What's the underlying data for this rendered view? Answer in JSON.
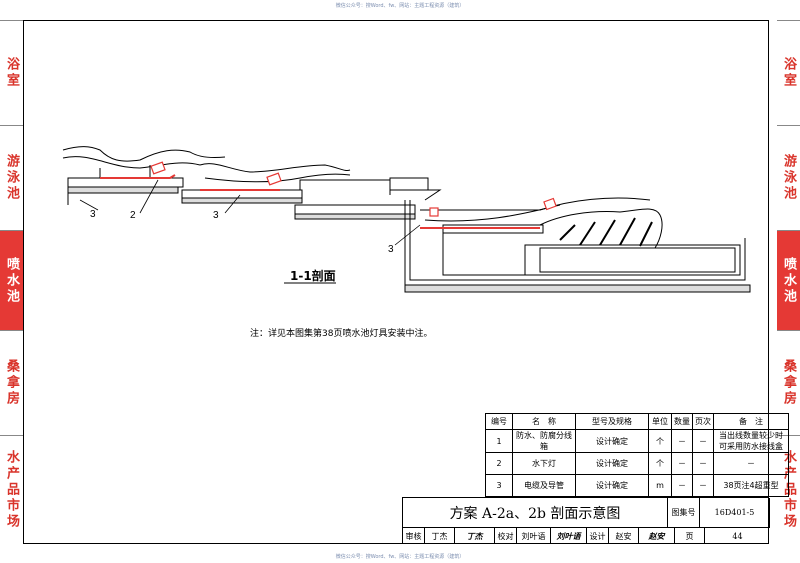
{
  "watermark": {
    "top": "微信公众号：搜Word、fw、网站：主题工程资源（建筑）",
    "bottom": "微信公众号：搜Word、fw、网站：主题工程资源（建筑）"
  },
  "left_tabs": [
    {
      "label": "浴室",
      "active": false
    },
    {
      "label": "游泳池",
      "active": false
    },
    {
      "label": "喷水池",
      "active": true
    },
    {
      "label": "桑拿房",
      "active": false
    },
    {
      "label": "水产品市场",
      "active": false
    }
  ],
  "right_tabs": [
    {
      "label": "浴室",
      "active": false
    },
    {
      "label": "游泳池",
      "active": false
    },
    {
      "label": "喷水池",
      "active": true
    },
    {
      "label": "桑拿房",
      "active": false
    },
    {
      "label": "水产品市场",
      "active": false
    }
  ],
  "drawing": {
    "section_label": "1-1剖面",
    "callouts": [
      "3",
      "2",
      "3",
      "3"
    ],
    "note": "注：详见本图集第38页喷水池灯具安装中注。"
  },
  "parts_table": {
    "headers": [
      "编号",
      "名　称",
      "型号及规格",
      "单位",
      "数量",
      "页次",
      "备　注"
    ],
    "rows": [
      [
        "1",
        "防水、防腐分线箱",
        "设计确定",
        "个",
        "－",
        "－",
        "当出线数量较少时可采用防水接线盒"
      ],
      [
        "2",
        "水下灯",
        "设计确定",
        "个",
        "－",
        "－",
        "－"
      ],
      [
        "3",
        "电缆及导管",
        "设计确定",
        "m",
        "－",
        "－",
        "38页注4超重型"
      ]
    ]
  },
  "title_block": {
    "title": "方案 A-2a、2b 剖面示意图",
    "atlas_label": "图集号",
    "atlas_no": "16D401-5",
    "review_label": "审核",
    "review_name": "丁杰",
    "review_sig": "丁杰",
    "check_label": "校对",
    "check_name": "刘叶语",
    "check_sig": "刘叶语",
    "design_label": "设计",
    "design_name": "赵安",
    "design_sig": "赵安",
    "page_label": "页",
    "page_no": "44"
  },
  "colors": {
    "tab_text": "#d9342b",
    "tab_active_bg": "#e53935",
    "cable": "#e53935"
  }
}
